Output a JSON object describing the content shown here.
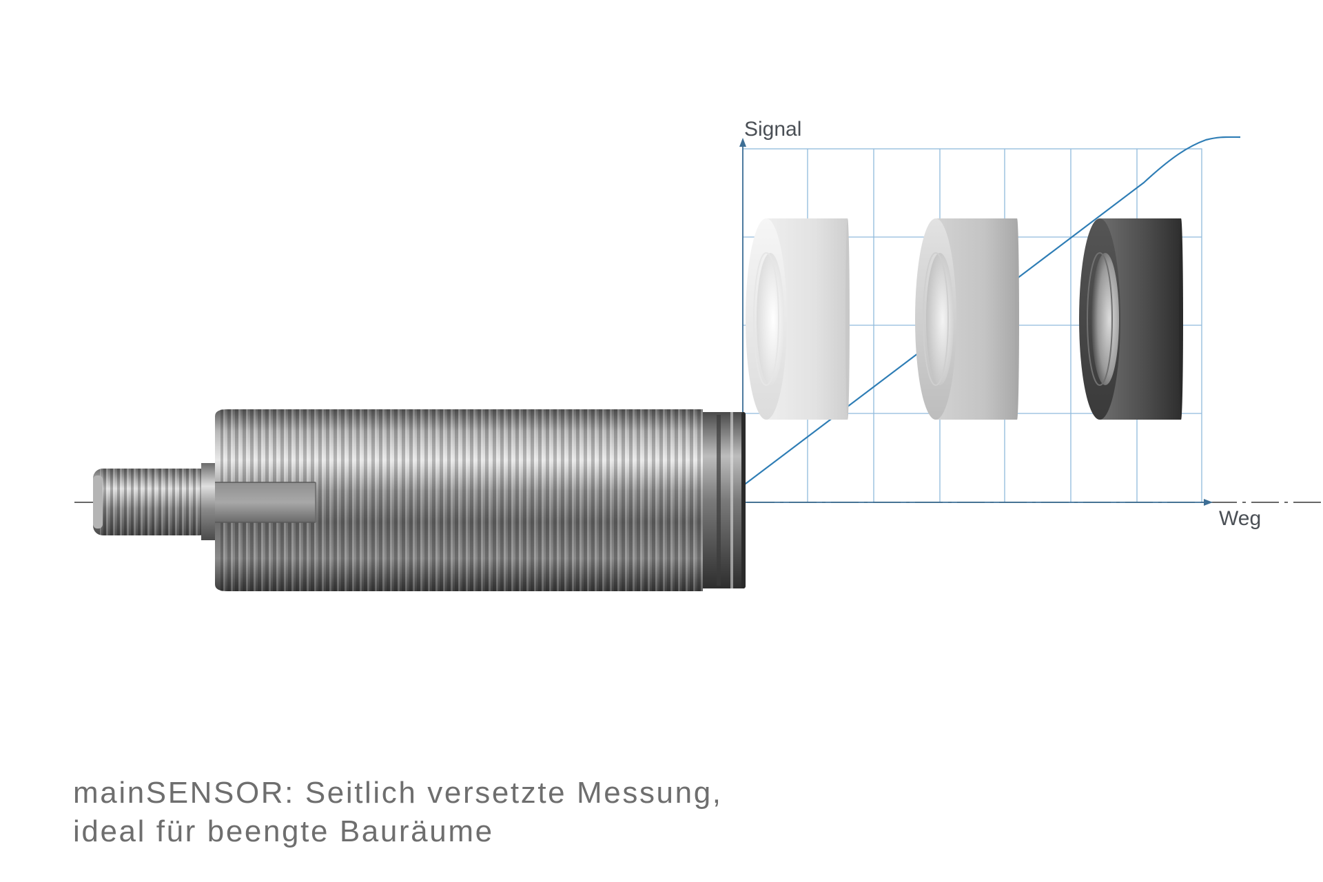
{
  "diagram": {
    "y_axis_label": "Signal",
    "x_axis_label": "Weg",
    "caption_line1": "mainSENSOR: Seitlich versetzte Messung,",
    "caption_line2": "ideal für beengte Bauräume"
  },
  "colors": {
    "grid": "#8fb9dc",
    "signal_curve": "#2e7db5",
    "axis": "#3d6e95",
    "centerline": "#333333",
    "caption_text": "#6e6e6e",
    "ring_light": "#e4e4e4",
    "ring_medium": "#c9c9c9",
    "ring_dark": "#4a4a4a"
  }
}
